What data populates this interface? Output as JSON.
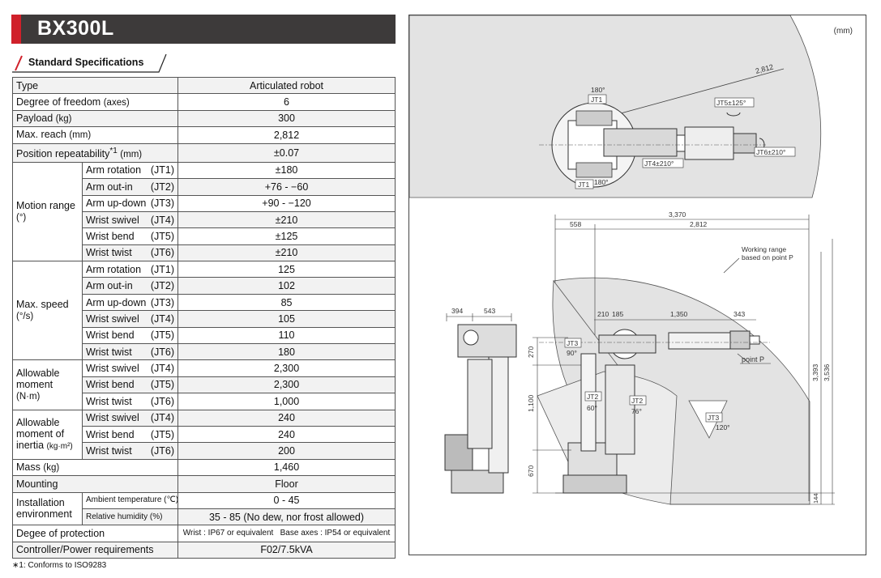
{
  "title": "BX300L",
  "section_title": "Standard Specifications",
  "rows": {
    "type": {
      "label": "Type",
      "value": "Articulated robot"
    },
    "dof": {
      "label": "Degree of freedom",
      "unit": "(axes)",
      "value": "6"
    },
    "payload": {
      "label": "Payload",
      "unit": "(kg)",
      "value": "300"
    },
    "reach": {
      "label": "Max. reach",
      "unit": "(mm)",
      "value": "2,812"
    },
    "repeat": {
      "label": "Position repeatability",
      "sup": "*1",
      "unit": "(mm)",
      "value": "±0.07"
    },
    "mass": {
      "label": "Mass",
      "unit": "(kg)",
      "value": "1,460"
    },
    "mounting": {
      "label": "Mounting",
      "value": "Floor"
    },
    "protection": {
      "label": "Degee of protection",
      "value": "Wrist : IP67 or equivalent   Base axes : IP54 or equivalent"
    },
    "controller": {
      "label": "Controller/Power requirements",
      "value": "F02/7.5kVA"
    }
  },
  "motion_range": {
    "label": "Motion range",
    "unit": "(°)",
    "items": [
      {
        "name": "Arm rotation",
        "jt": "(JT1)",
        "value": "±180"
      },
      {
        "name": "Arm out-in",
        "jt": "(JT2)",
        "value": "+76 - −60"
      },
      {
        "name": "Arm up-down",
        "jt": "(JT3)",
        "value": "+90 - −120"
      },
      {
        "name": "Wrist swivel",
        "jt": "(JT4)",
        "value": "±210"
      },
      {
        "name": "Wrist bend",
        "jt": "(JT5)",
        "value": "±125"
      },
      {
        "name": "Wrist twist",
        "jt": "(JT6)",
        "value": "±210"
      }
    ]
  },
  "max_speed": {
    "label": "Max. speed",
    "unit": "(°/s)",
    "items": [
      {
        "name": "Arm rotation",
        "jt": "(JT1)",
        "value": "125"
      },
      {
        "name": "Arm out-in",
        "jt": "(JT2)",
        "value": "102"
      },
      {
        "name": "Arm up-down",
        "jt": "(JT3)",
        "value": "85"
      },
      {
        "name": "Wrist swivel",
        "jt": "(JT4)",
        "value": "105"
      },
      {
        "name": "Wrist bend",
        "jt": "(JT5)",
        "value": "110"
      },
      {
        "name": "Wrist twist",
        "jt": "(JT6)",
        "value": "180"
      }
    ]
  },
  "moment": {
    "label": "Allowable moment",
    "unit": "(N·m)",
    "items": [
      {
        "name": "Wrist swivel",
        "jt": "(JT4)",
        "value": "2,300"
      },
      {
        "name": "Wrist bend",
        "jt": "(JT5)",
        "value": "2,300"
      },
      {
        "name": "Wrist twist",
        "jt": "(JT6)",
        "value": "1,000"
      }
    ]
  },
  "inertia": {
    "label": "Allowable moment of inertia",
    "unit": "(kg·m²)",
    "items": [
      {
        "name": "Wrist swivel",
        "jt": "(JT4)",
        "value": "240"
      },
      {
        "name": "Wrist bend",
        "jt": "(JT5)",
        "value": "240"
      },
      {
        "name": "Wrist twist",
        "jt": "(JT6)",
        "value": "200"
      }
    ]
  },
  "installation": {
    "label": "Installation environment",
    "ambient": {
      "label": "Ambient temperature (℃)",
      "value": "0 - 45"
    },
    "humidity": {
      "label": "Relative humidity (%)",
      "value": "35 - 85 (No dew, nor frost allowed)"
    }
  },
  "footnote": "∗1: Conforms to ISO9283",
  "drawing": {
    "unit": "(mm)",
    "top_view": {
      "reach": "2,812",
      "jt1_angle": "180°",
      "jt1_label": "JT1",
      "jt1_bottom": "JT1",
      "jt1_bottom_angle": "180°",
      "jt5": "JT5±125°",
      "jt4": "JT4±210°",
      "jt6": "JT6±210°"
    },
    "side_view": {
      "dim_total": "3,370",
      "dim_558": "558",
      "dim_2812": "2,812",
      "dim_210": "210",
      "dim_185": "185",
      "dim_1350": "1,350",
      "dim_343": "343",
      "dim_394": "394",
      "dim_543": "543",
      "dim_270": "270",
      "dim_1100": "1,100",
      "dim_670": "670",
      "dim_3393": "3,393",
      "dim_3536": "3,536",
      "dim_144": "144",
      "working_range_1": "Working range",
      "working_range_2": "based on point P",
      "point_p": "point P",
      "jt3_top": "JT3",
      "jt3_top_angle": "90°",
      "jt2_left": "JT2",
      "jt2_left_angle": "60°",
      "jt2_right": "JT2",
      "jt2_right_angle": "76°",
      "jt3_right": "JT3",
      "jt3_right_angle": "120°"
    }
  }
}
